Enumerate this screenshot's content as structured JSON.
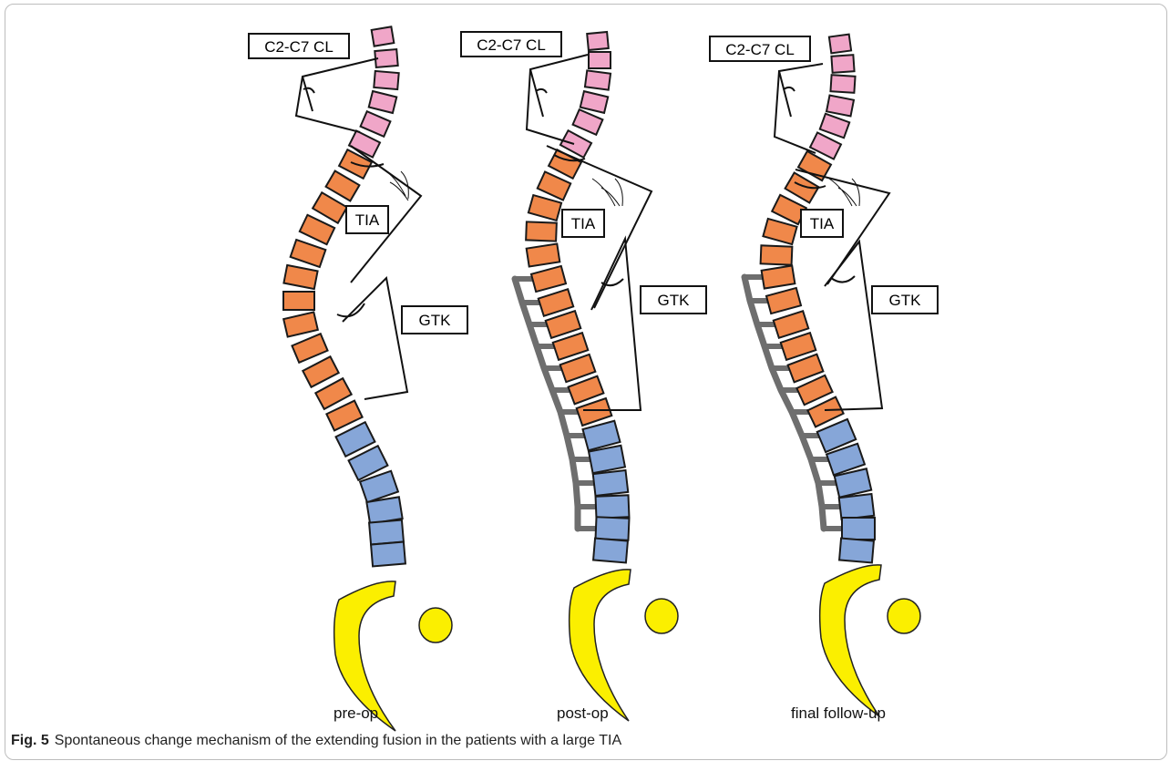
{
  "panels": [
    {
      "id": "pre",
      "title": "pre-op",
      "label_c2c7": "C2-C7 CL",
      "label_tia": "TIA",
      "label_gtk": "GTK",
      "has_rod": false
    },
    {
      "id": "post",
      "title": "post-op",
      "label_c2c7": "C2-C7 CL",
      "label_tia": "TIA",
      "label_gtk": "GTK",
      "has_rod": true
    },
    {
      "id": "final",
      "title": "final follow-up",
      "label_c2c7": "C2-C7 CL",
      "label_tia": "TIA",
      "label_gtk": "GTK",
      "has_rod": true
    }
  ],
  "caption": {
    "number": "Fig. 5",
    "text": "Spontaneous change mechanism of the extending fusion in the patients with a large TIA"
  },
  "colors": {
    "cervical": "#f0a6c8",
    "thoracic": "#f0884a",
    "lumbar": "#86a6d8",
    "sacrum": "#fbef00",
    "rod": "#6e6e6e"
  }
}
